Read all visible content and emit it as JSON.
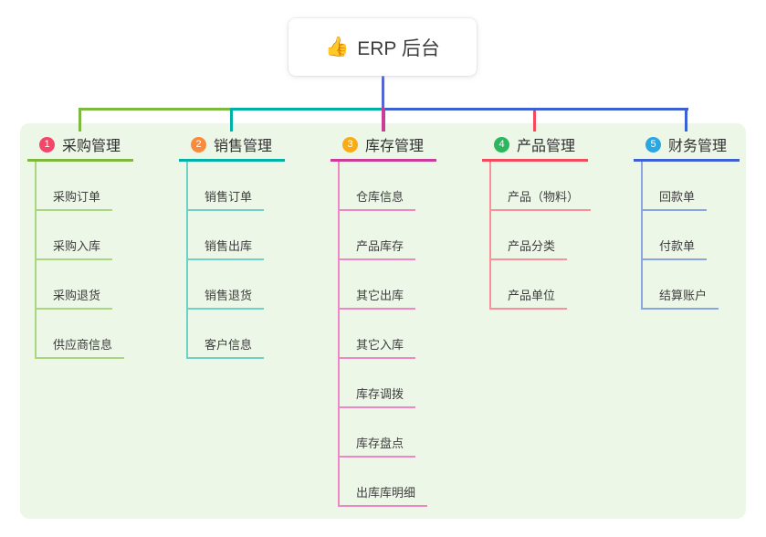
{
  "root": {
    "label": "ERP 后台",
    "emoji": "👍"
  },
  "canvas": {
    "background": "#edf7e7",
    "stem_color": "#5566d2"
  },
  "branches": [
    {
      "num": "1",
      "label": "采购管理",
      "color": "#7cb93e",
      "light_color": "#a9d67f",
      "badge_color": "#f3476a",
      "children": [
        "采购订单",
        "采购入库",
        "采购退货",
        "供应商信息"
      ]
    },
    {
      "num": "2",
      "label": "销售管理",
      "color": "#00b1a7",
      "light_color": "#6fd1c6",
      "badge_color": "#fa8b3c",
      "children": [
        "销售订单",
        "销售出库",
        "销售退货",
        "客户信息"
      ]
    },
    {
      "num": "3",
      "label": "库存管理",
      "color": "#c93c98",
      "light_color": "#ef87c4",
      "badge_color": "#f9ac18",
      "children": [
        "仓库信息",
        "产品库存",
        "其它出库",
        "其它入库",
        "库存调拨",
        "库存盘点",
        "出库库明细"
      ]
    },
    {
      "num": "4",
      "label": "产品管理",
      "color": "#f5495c",
      "light_color": "#f9919b",
      "badge_color": "#2cb75e",
      "children": [
        "产品（物料）",
        "产品分类",
        "产品单位"
      ]
    },
    {
      "num": "5",
      "label": "财务管理",
      "color": "#3d60d2",
      "light_color": "#8ba6de",
      "badge_color": "#2ba6e0",
      "children": [
        "回款单",
        "付款单",
        "结算账户"
      ]
    }
  ]
}
